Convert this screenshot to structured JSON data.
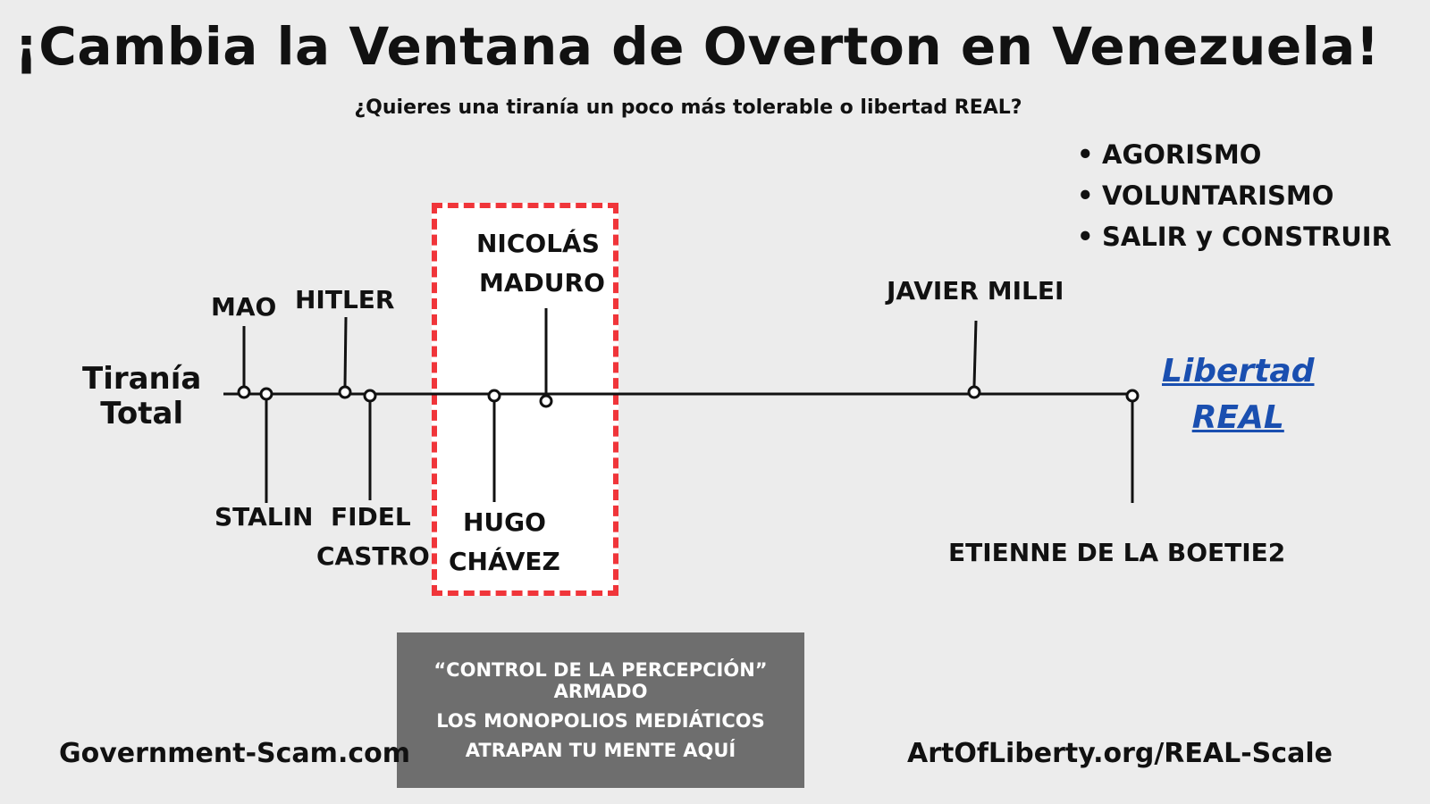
{
  "title": "¡Cambia la Ventana de Overton en Venezuela!",
  "subtitle": "¿Quieres una tiranía un poco más tolerable o libertad REAL?",
  "options": [
    "AGORISMO",
    "VOLUNTARISMO",
    "SALIR y CONSTRUIR"
  ],
  "scale": {
    "left_end": [
      "Tiranía",
      "Total"
    ],
    "right_end": [
      "Libertad",
      "REAL"
    ],
    "figures_above": [
      {
        "lines": [
          "MAO"
        ]
      },
      {
        "lines": [
          "HITLER"
        ]
      },
      {
        "lines": [
          "NICOLÁS",
          "MADURO"
        ]
      },
      {
        "lines": [
          "JAVIER MILEI"
        ]
      }
    ],
    "figures_below": [
      {
        "lines": [
          "STALIN"
        ]
      },
      {
        "lines": [
          "FIDEL",
          "CASTRO"
        ]
      },
      {
        "lines": [
          "HUGO",
          "CHÁVEZ"
        ]
      },
      {
        "lines": [
          "ETIENNE DE LA BOETIE2"
        ]
      }
    ]
  },
  "callout": [
    "“CONTROL DE LA PERCEPCIÓN” ARMADO",
    "LOS MONOPOLIOS MEDIÁTICOS",
    "ATRAPAN TU MENTE AQUÍ"
  ],
  "footer": {
    "left": "Government-Scam.com",
    "right": "ArtOfLiberty.org/REAL-Scale"
  },
  "colors": {
    "window_border": "#f0353a",
    "libertad_link": "#1a4fb0",
    "callout_bg": "#6e6e6e"
  }
}
